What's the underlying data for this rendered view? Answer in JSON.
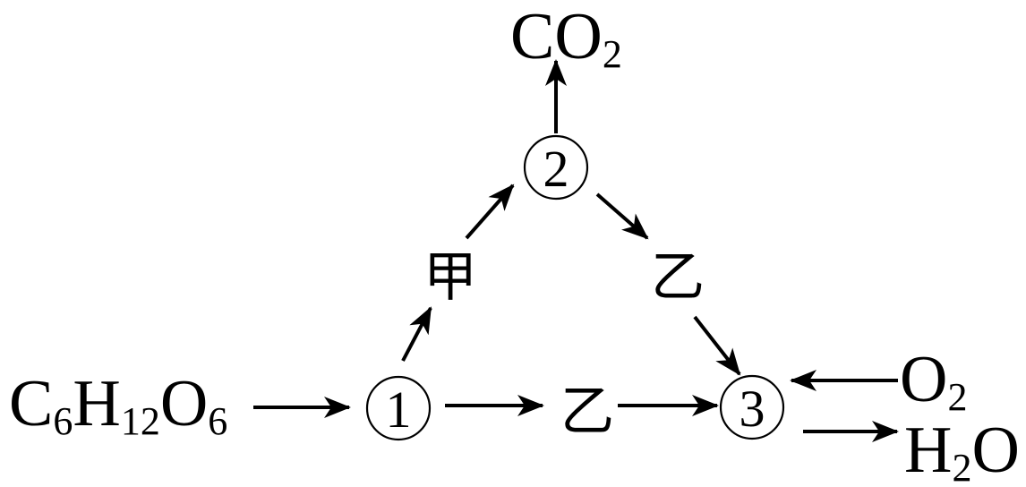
{
  "diagram": {
    "title": "",
    "nodes": {
      "glucose": {
        "parts": [
          "C",
          "6",
          "H",
          "12",
          "O",
          "6"
        ],
        "label": "C6H12O6"
      },
      "step1": {
        "label": "1"
      },
      "step2": {
        "label": "2"
      },
      "step3": {
        "label": "3"
      },
      "jia": {
        "label": "甲"
      },
      "yi_top": {
        "label": "乙"
      },
      "yi_bottom": {
        "label": "乙"
      },
      "co2": {
        "parts": [
          "CO",
          "2"
        ],
        "label": "CO2"
      },
      "o2": {
        "parts": [
          "O",
          "2"
        ],
        "label": "O2"
      },
      "h2o": {
        "parts": [
          "H",
          "2",
          "O"
        ],
        "label": "H2O"
      }
    },
    "edges": [
      {
        "from": "C6H12O6",
        "to": "1"
      },
      {
        "from": "1",
        "to": "甲"
      },
      {
        "from": "甲",
        "to": "2"
      },
      {
        "from": "2",
        "to": "CO2"
      },
      {
        "from": "2",
        "to": "乙"
      },
      {
        "from": "乙",
        "to": "3"
      },
      {
        "from": "1",
        "to": "乙"
      },
      {
        "from": "乙",
        "to": "3"
      },
      {
        "from": "O2",
        "to": "3"
      },
      {
        "from": "3",
        "to": "H2O"
      }
    ],
    "colors": {
      "stroke": "#000000",
      "background": "#ffffff"
    }
  }
}
